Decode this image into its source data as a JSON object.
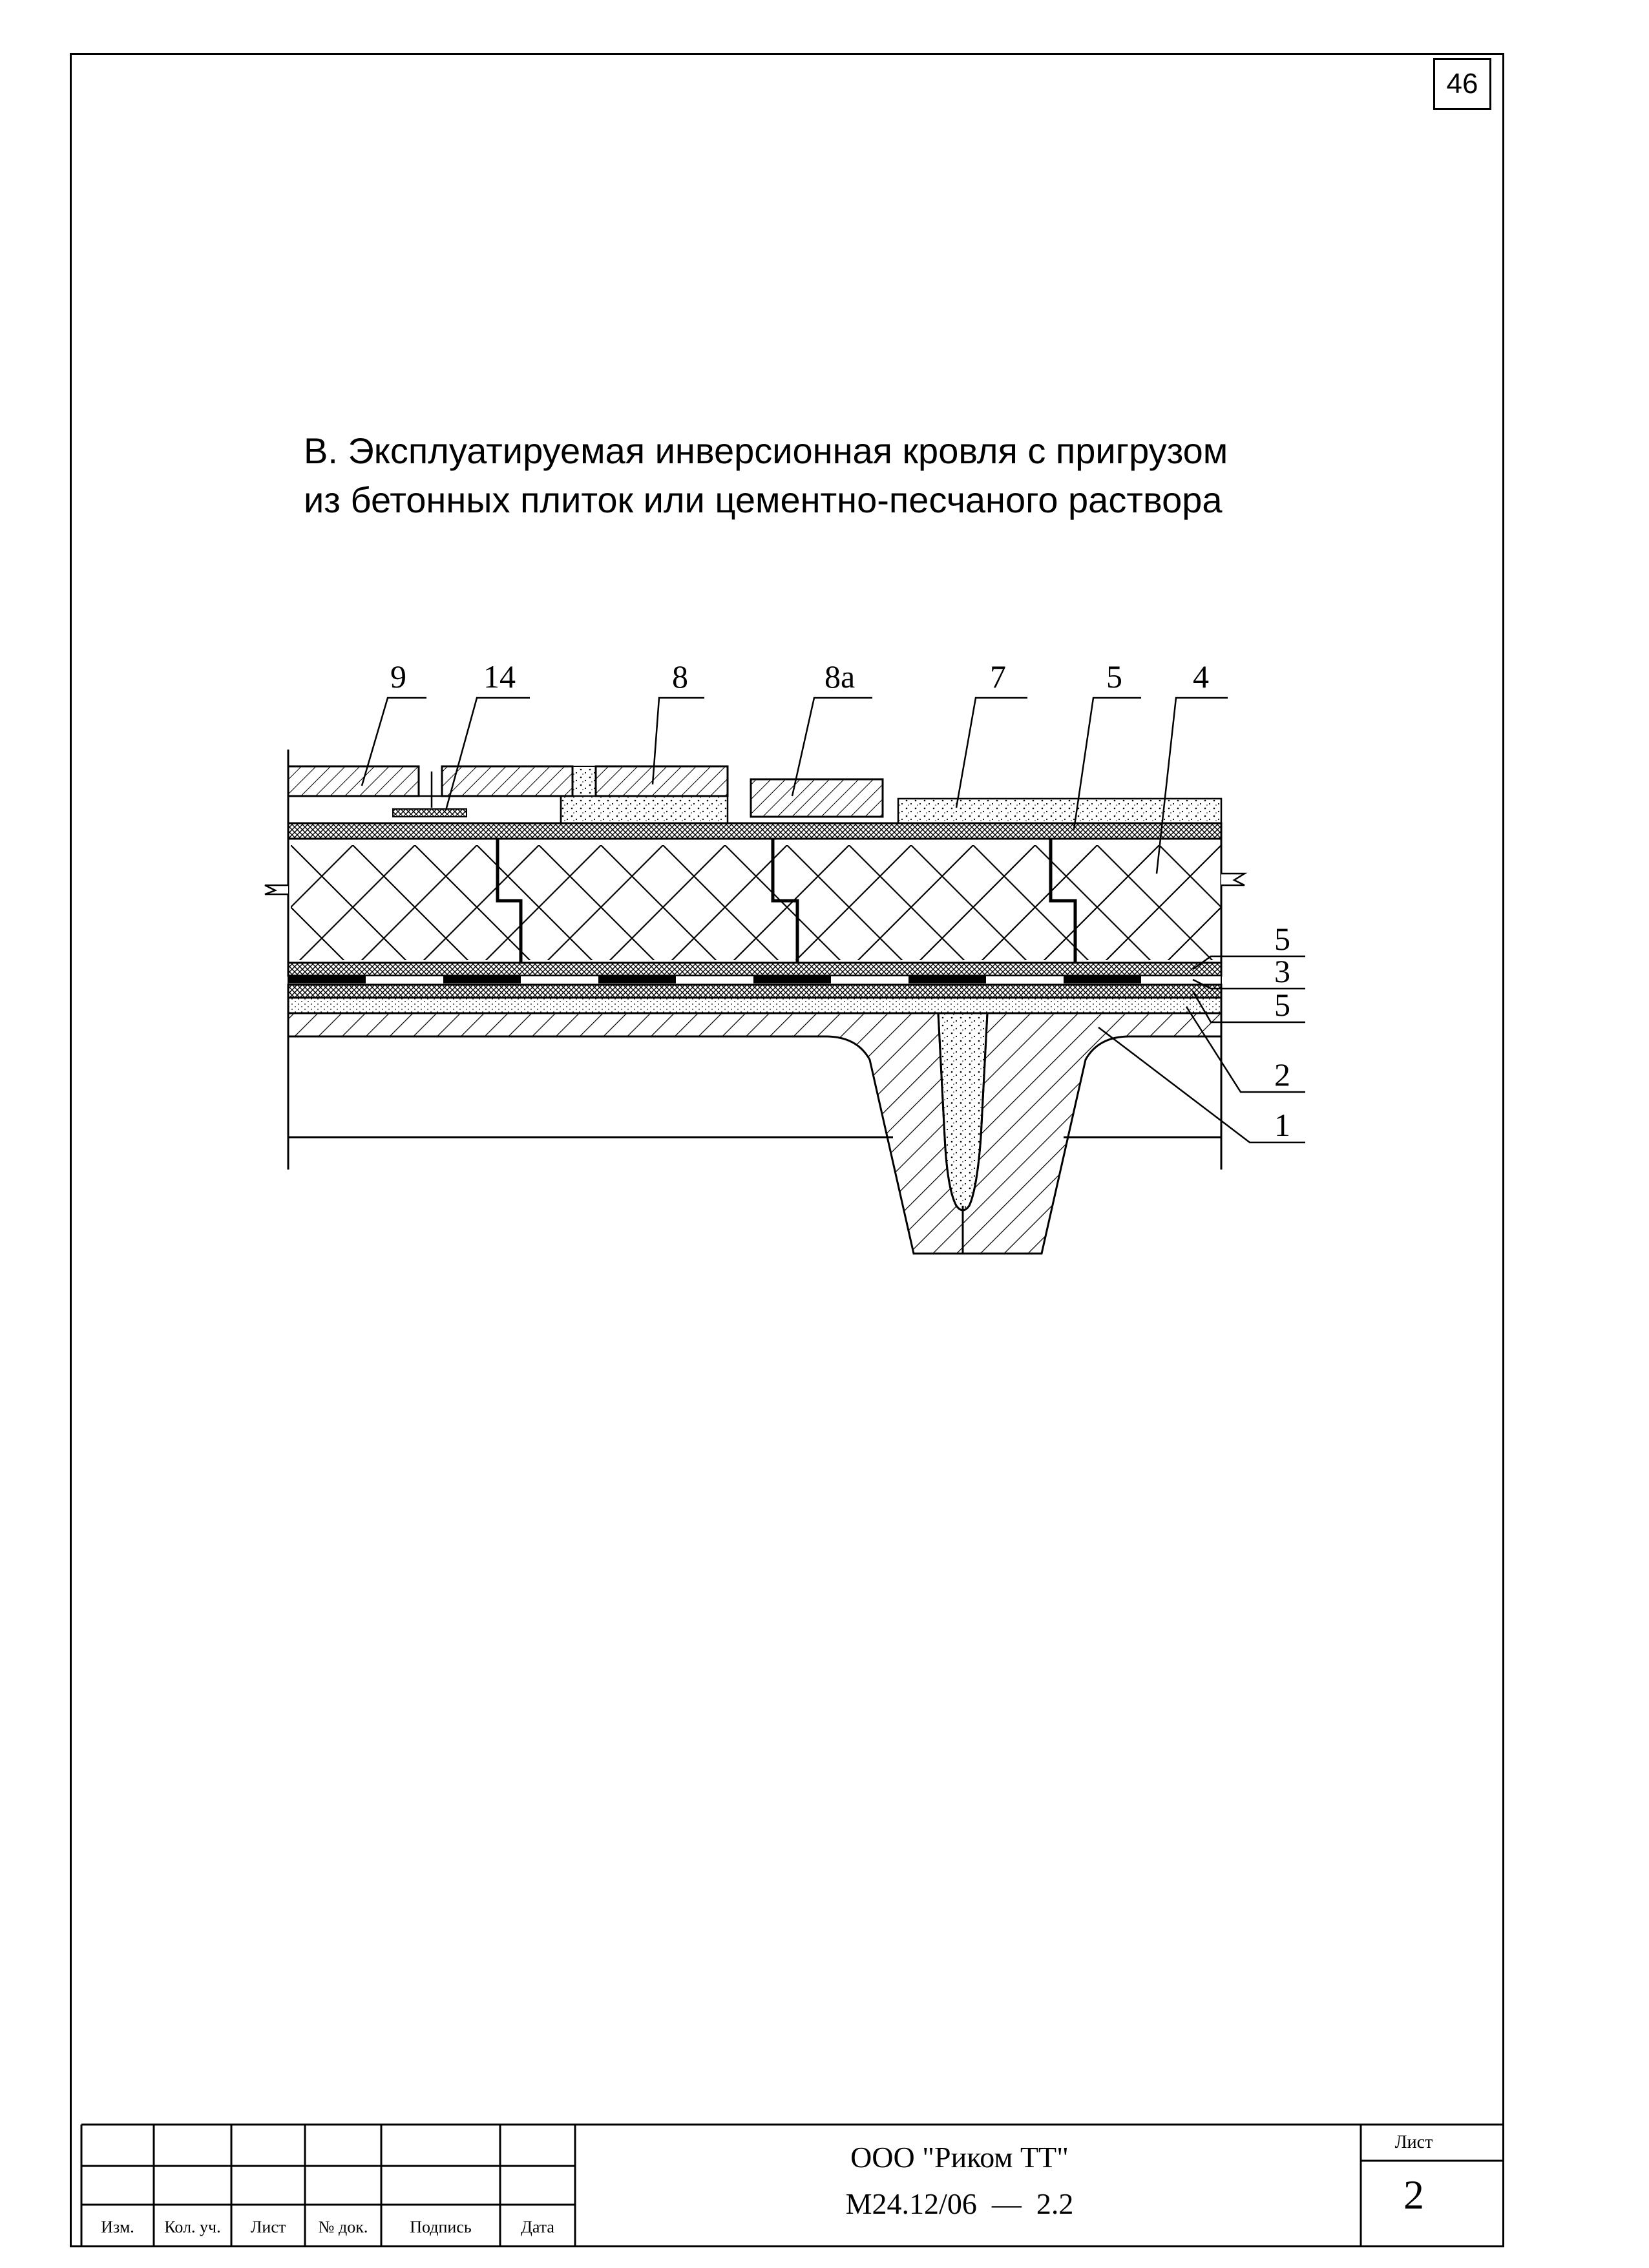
{
  "page_number": "46",
  "title": {
    "line1": "В. Эксплуатируемая инверсионная кровля с пригрузом",
    "line2": "из бетонных плиток или цементно-песчаного раствора"
  },
  "callouts": {
    "c9": "9",
    "c14": "14",
    "c8": "8",
    "c8a": "8а",
    "c7": "7",
    "c5top": "5",
    "c4": "4",
    "c5a": "5",
    "c3": "3",
    "c5b": "5",
    "c2": "2",
    "c1": "1"
  },
  "stamp": {
    "headers": [
      "Изм.",
      "Кол. уч.",
      "Лист",
      "№ док.",
      "Подпись",
      "Дата"
    ],
    "organization": "ООО \"Риком ТТ\"",
    "document": "М24.12/06  —  2.2",
    "sheet_label": "Лист",
    "sheet_value": "2"
  }
}
